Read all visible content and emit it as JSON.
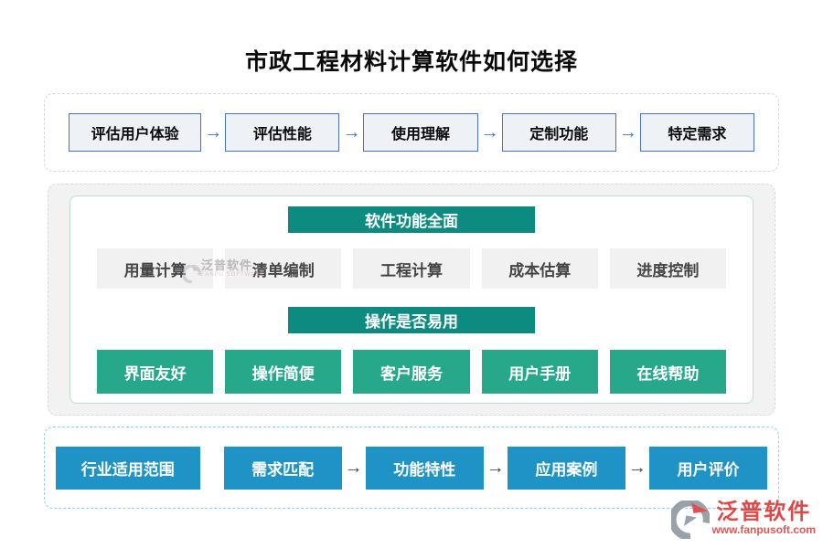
{
  "title": "市政工程材料计算软件如何选择",
  "icons": {
    "arrow_right": "→"
  },
  "colors": {
    "flow_border_blue": "#4472c4",
    "teal_header": "#0d8b81",
    "green_box": "#27a88b",
    "blue_box": "#1f93c6",
    "gray_box": "#f1f1f1",
    "logo_red": "#e04848"
  },
  "top_flow": {
    "items": [
      "评估用户体验",
      "评估性能",
      "使用理解",
      "定制功能",
      "特定需求"
    ]
  },
  "middle": {
    "sections": [
      {
        "header": "软件功能全面",
        "items": [
          "用量计算",
          "清单编制",
          "工程计算",
          "成本估算",
          "进度控制"
        ]
      },
      {
        "header": "操作是否易用",
        "items": [
          "界面友好",
          "操作简便",
          "客户服务",
          "用户手册",
          "在线帮助"
        ]
      }
    ]
  },
  "bottom_flow": {
    "items": [
      "行业适用范围",
      "需求匹配",
      "功能特性",
      "应用案例",
      "用户评价"
    ]
  },
  "watermark": {
    "name": "泛普软件",
    "subtext": "FANPU SOFTWARE"
  },
  "logo": {
    "name": "泛普软件",
    "url": "www.fanpusoft.com"
  }
}
